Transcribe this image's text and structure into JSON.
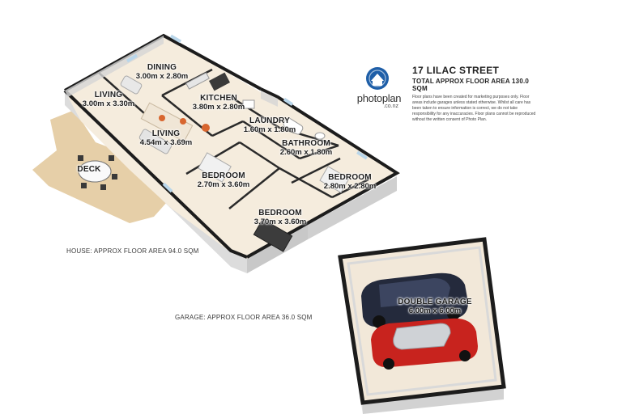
{
  "header": {
    "address": "17 LILAC STREET",
    "total_area": "TOTAL APPROX FLOOR AREA 130.0 SQM",
    "disclaimer": "Floor plans have been created for marketing purposes only. Floor areas include garages unless stated otherwise. Whilst all care has been taken to ensure information is correct, we do not take responsibility for any inaccuracies. Floor plans cannot be reproduced without the written consent of Photo Plan."
  },
  "brand": {
    "name": "photoplan",
    "domain": ".co.nz",
    "icon": "house-pin-icon",
    "color": "#1f5fa8"
  },
  "rooms": {
    "dining": {
      "name": "DINING",
      "dims": "3.00m x 2.80m"
    },
    "living_small": {
      "name": "LIVING",
      "dims": "3.00m x 3.30m"
    },
    "kitchen": {
      "name": "KITCHEN",
      "dims": "3.80m x 2.80m"
    },
    "laundry": {
      "name": "LAUNDRY",
      "dims": "1.60m x 1.80m"
    },
    "living_main": {
      "name": "LIVING",
      "dims": "4.54m x 3.69m"
    },
    "bathroom": {
      "name": "BATHROOM",
      "dims": "2.60m x 1.80m"
    },
    "deck": {
      "name": "DECK"
    },
    "bedroom_1": {
      "name": "BEDROOM",
      "dims": "2.70m x 3.60m"
    },
    "bedroom_2": {
      "name": "BEDROOM",
      "dims": "2.80m x 2.80m"
    },
    "bedroom_3": {
      "name": "BEDROOM",
      "dims": "3.70m x 3.60m"
    },
    "garage": {
      "name": "DOUBLE GARAGE",
      "dims": "6.00m x 6.00m"
    }
  },
  "areas": {
    "house": "HOUSE: APPROX FLOOR AREA 94.0 SQM",
    "garage": "GARAGE: APPROX FLOOR AREA 36.0 SQM"
  },
  "colors": {
    "floor": "#f5ecdd",
    "deck": "#e6cfa8",
    "wall_top": "#1c1c1c",
    "wall_side": "#d6d6d6",
    "car_dark": "#242a3c",
    "car_red": "#c8231e"
  }
}
